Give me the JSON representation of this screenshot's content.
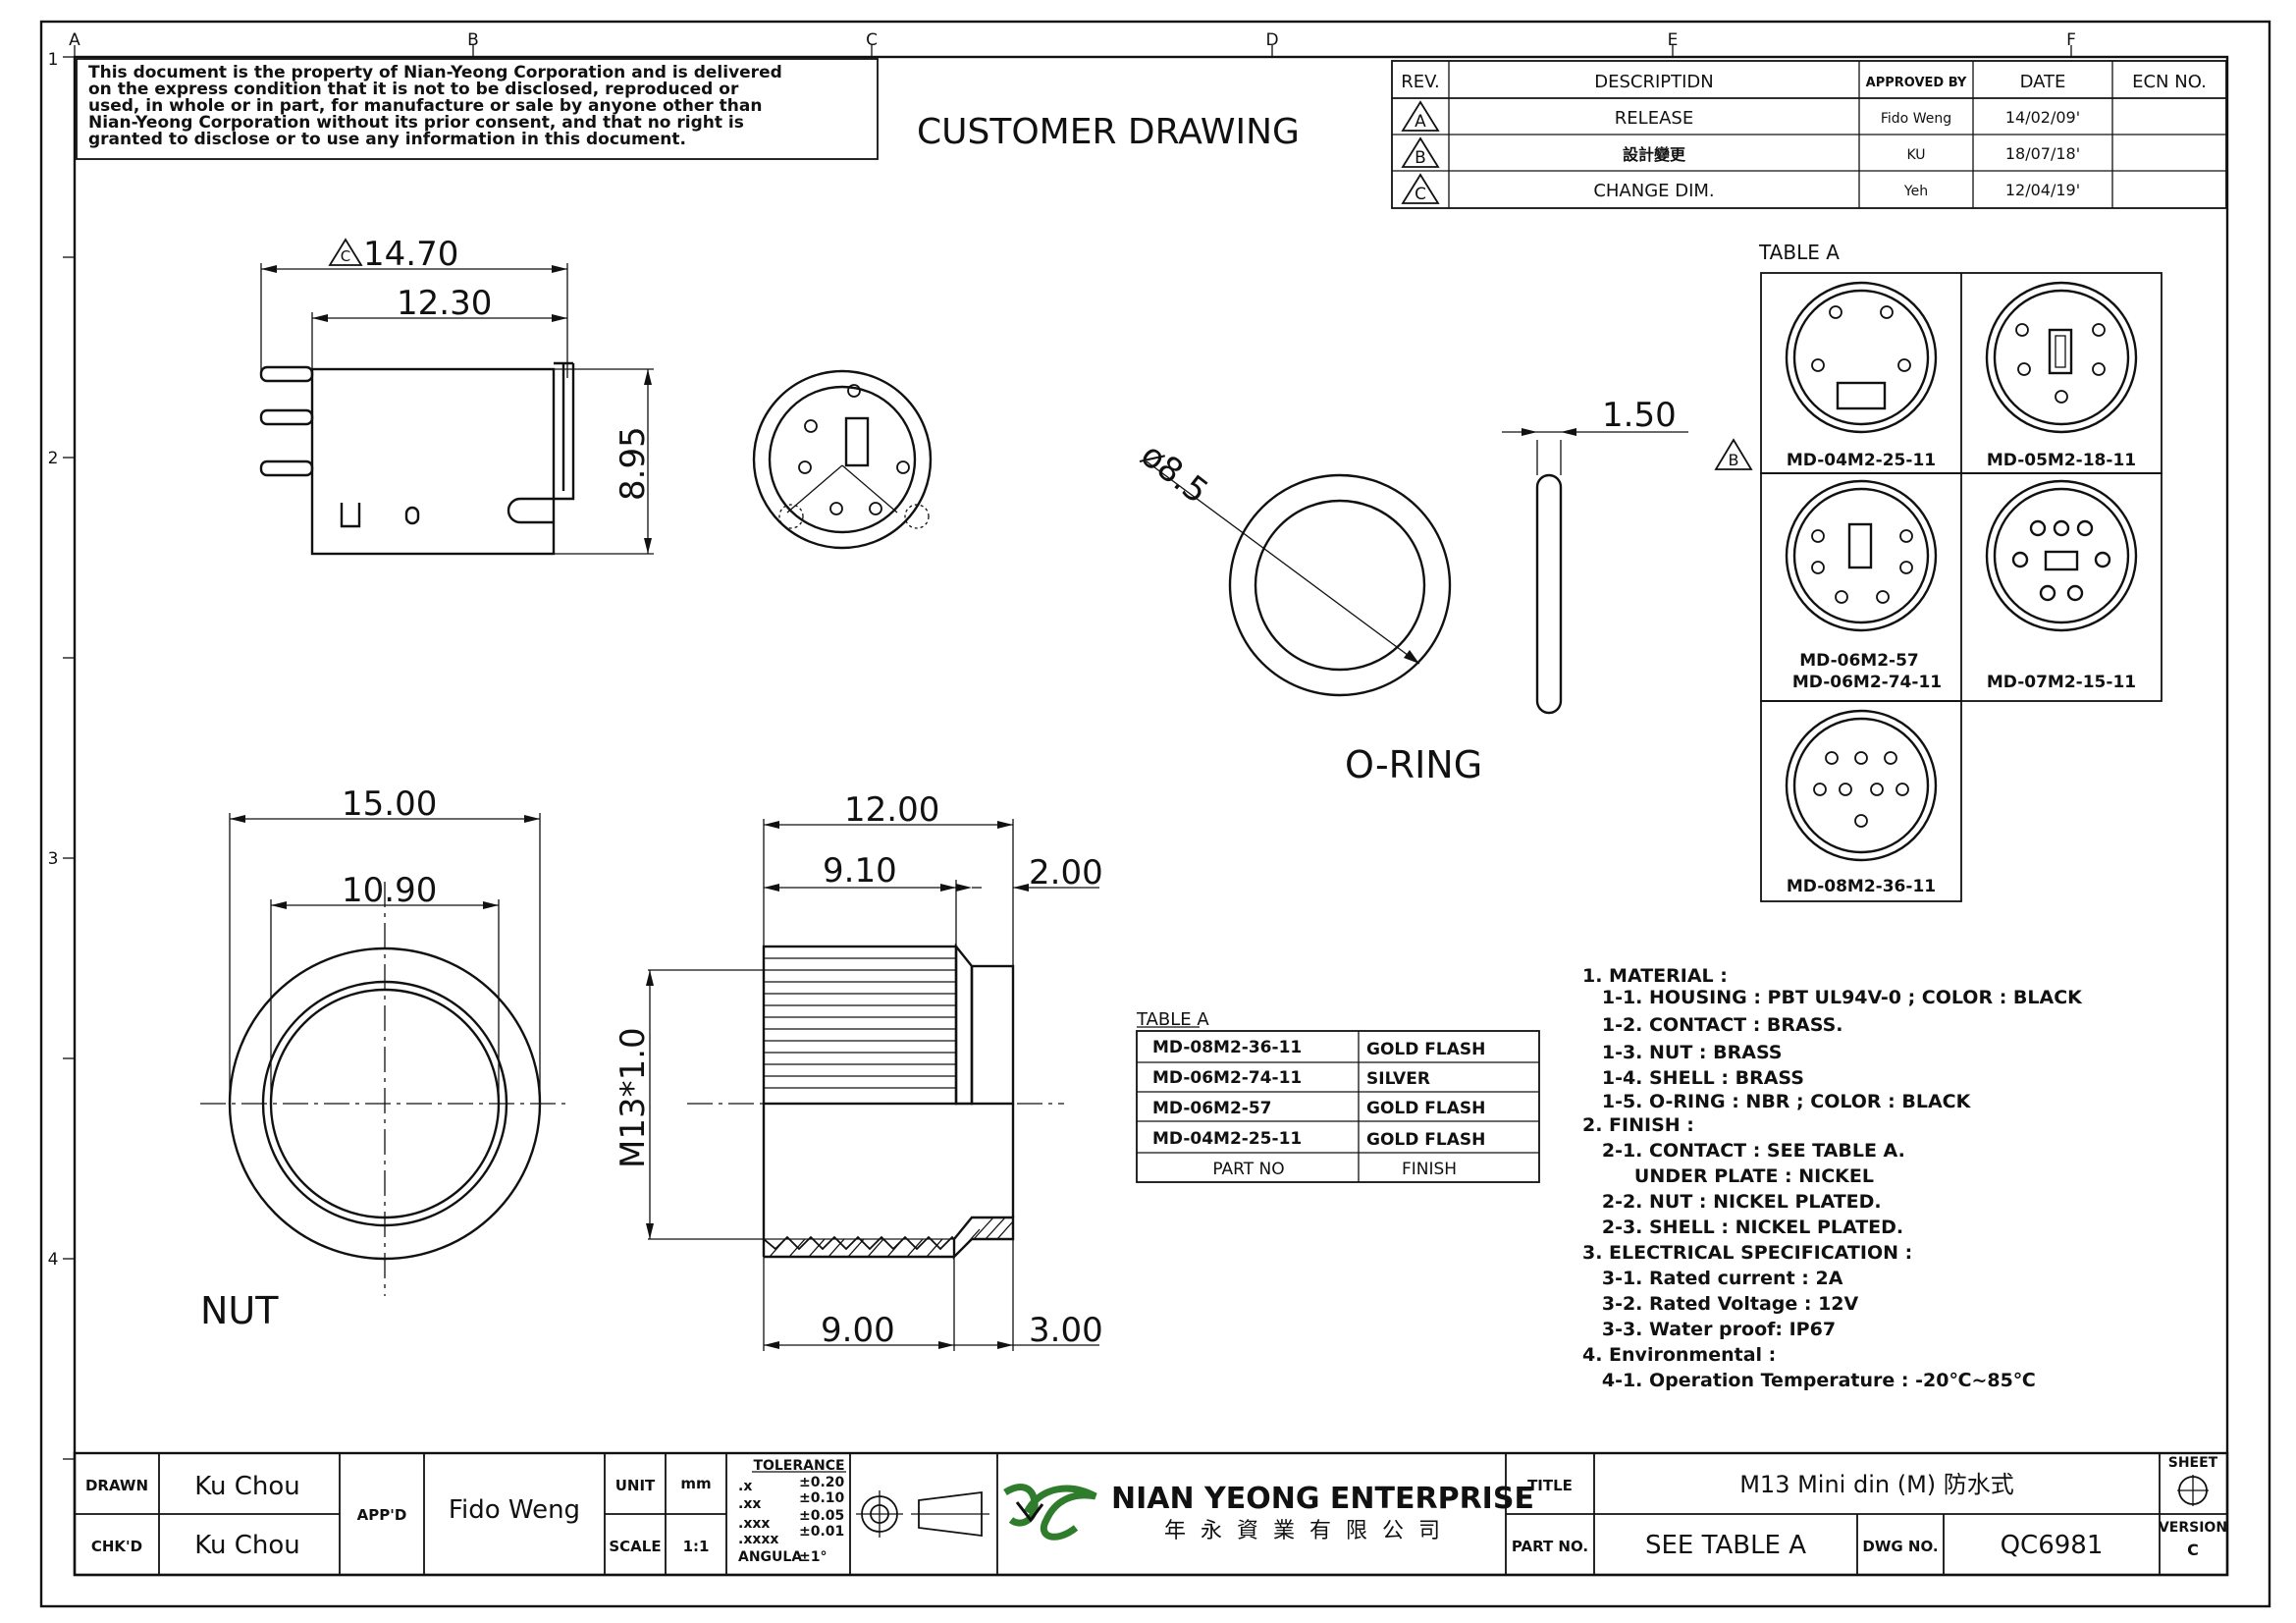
{
  "notice": {
    "lines": [
      "This document is the property of Nian-Yeong Corporation and is delivered",
      "on  the  express condition that it is not to be disclosed, reproduced or",
      "used, in whole or in part, for manufacture or sale by anyone other than",
      "Nian-Yeong Corporation without  its prior consent, and that  no right  is",
      "granted to disclose or to use any information in this  document."
    ]
  },
  "drawing_title": "CUSTOMER DRAWING",
  "grid": {
    "columns": [
      "A",
      "B",
      "C",
      "D",
      "E",
      "F"
    ],
    "rows": [
      "1",
      "2",
      "3",
      "4"
    ]
  },
  "revisions": {
    "headers": [
      "REV.",
      "DESCRIPTIDN",
      "APPROVED BY",
      "DATE",
      "ECN NO."
    ],
    "rows": [
      {
        "rev": "A",
        "description": "RELEASE",
        "approved": "Fido Weng",
        "date": "14/02/09'",
        "ecn": ""
      },
      {
        "rev": "B",
        "description": "設計變更",
        "approved": "KU",
        "date": "18/07/18'",
        "ecn": ""
      },
      {
        "rev": "C",
        "description": "CHANGE DIM.",
        "approved": "Yeh",
        "date": "12/04/19'",
        "ecn": ""
      }
    ]
  },
  "side_view": {
    "dim_top": "14.70",
    "dim_top_rev": "C",
    "dim_inner": "12.30",
    "dim_height": "8.95"
  },
  "oring": {
    "label": "O-RING",
    "dim_diameter": "ø8.5",
    "dim_thickness": "1.50"
  },
  "nut": {
    "label": "NUT",
    "dim_outer": "15.00",
    "dim_inner": "10.90"
  },
  "thread_view": {
    "dim_total": "12.00",
    "dim_knurl": "9.10",
    "dim_step": "2.00",
    "dim_thread": "M13*1.0",
    "dim_bottom_a": "9.00",
    "dim_bottom_b": "3.00"
  },
  "table_a_pics": {
    "title": "TABLE A",
    "rev_marker": "B",
    "items": [
      "MD-04M2-25-11",
      "MD-05M2-18-11",
      "MD-06M2-57",
      "MD-06M2-74-11",
      "MD-07M2-15-11",
      "MD-08M2-36-11"
    ]
  },
  "table_a_finish": {
    "title": "TABLE A",
    "rows": [
      {
        "part": "MD-08M2-36-11",
        "finish": "GOLD FLASH"
      },
      {
        "part": "MD-06M2-74-11",
        "finish": "SILVER"
      },
      {
        "part": "MD-06M2-57",
        "finish": "GOLD FLASH"
      },
      {
        "part": "MD-04M2-25-11",
        "finish": "GOLD FLASH"
      }
    ],
    "header_part": "PART NO",
    "header_finish": "FINISH"
  },
  "spec_notes": [
    "1. MATERIAL :",
    "   1-1. HOUSING : PBT UL94V-0 ; COLOR : BLACK",
    "   1-2. CONTACT : BRASS.",
    "   1-3. NUT : BRASS",
    "   1-4. SHELL : BRASS",
    "   1-5. O-RING : NBR ; COLOR : BLACK",
    "2. FINISH :",
    "   2-1. CONTACT : SEE TABLE A.",
    "        UNDER PLATE : NICKEL",
    "   2-2. NUT : NICKEL PLATED.",
    "   2-3. SHELL : NICKEL PLATED.",
    "3. ELECTRICAL SPECIFICATION :",
    "   3-1. Rated current : 2A",
    "   3-2. Rated Voltage : 12V",
    "   3-3. Water proof: IP67",
    "4. Environmental :",
    "   4-1. Operation Temperature : -20℃~85℃"
  ],
  "title_block": {
    "drawn_label": "DRAWN",
    "drawn_value": "Ku Chou",
    "chkd_label": "CHK'D",
    "chkd_value": "Ku Chou",
    "appd_label": "APP'D",
    "appd_value": "Fido Weng",
    "unit_label": "UNIT",
    "unit_value": "mm",
    "scale_label": "SCALE",
    "scale_value": "1:1",
    "tolerance_title": "TOLERANCE",
    "tolerances": [
      {
        "k": ".x",
        "v": "±0.20"
      },
      {
        "k": ".xx",
        "v": "±0.10"
      },
      {
        "k": ".xxx",
        "v": "±0.05"
      },
      {
        "k": ".xxxx",
        "v": "±0.01"
      },
      {
        "k": "ANGULA",
        "v": "±1°"
      }
    ],
    "company_name": "NIAN YEONG ENTERPRISE",
    "company_chinese": "年 永 資 業 有 限 公 司",
    "title_label": "TITLE",
    "title_value": "M13 Mini din (M) 防水式",
    "partno_label": "PART NO.",
    "partno_value": "SEE TABLE A",
    "dwgno_label": "DWG NO.",
    "dwgno_value": "QC6981",
    "sheet_label": "SHEET",
    "version_label": "VERSION",
    "version_value": "C"
  },
  "colors": {
    "ink": "#111111",
    "logo_green": "#2f7d2c"
  }
}
